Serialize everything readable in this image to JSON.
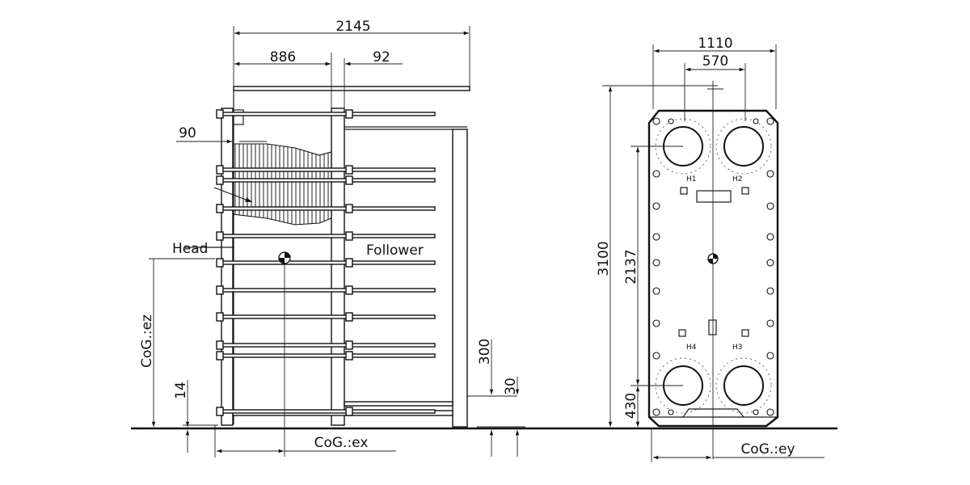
{
  "side_view": {
    "overall_width": "2145",
    "frame_offset": "886",
    "offset_right": "92",
    "plate_offset": "90",
    "label_head": "Head",
    "label_follower": "Follower",
    "cog_height": "CoG.:ez",
    "cog_length": "CoG.:ex",
    "base_height": "14",
    "support_height": "300",
    "foot_height": "30"
  },
  "front_view": {
    "overall_width": "1110",
    "port_spacing": "570",
    "overall_height": "3100",
    "port_vertical": "2137",
    "port_bottom": "430",
    "cog_width": "CoG.:ey",
    "ports": [
      "H1",
      "H2",
      "H3",
      "H4"
    ]
  }
}
